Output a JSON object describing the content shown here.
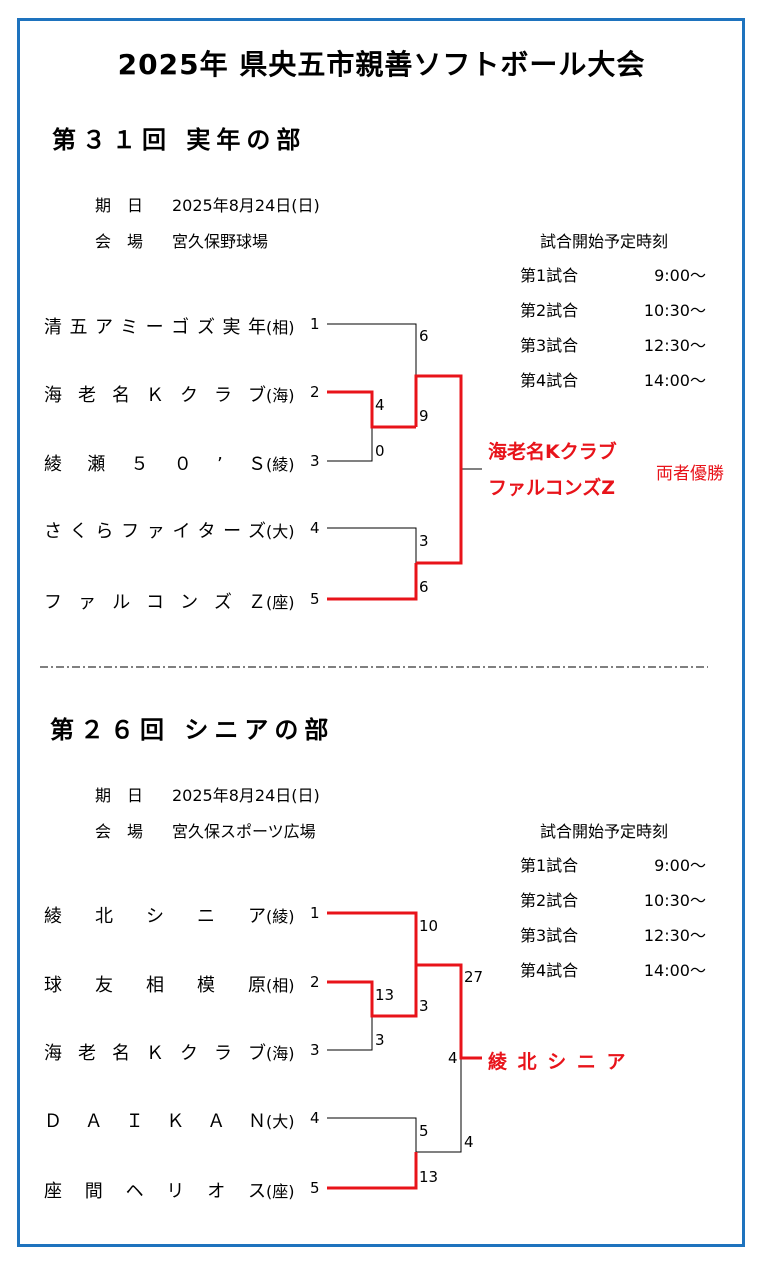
{
  "title": "2025年 県央五市親善ソフトボール大会",
  "sections": [
    {
      "heading": "第３１回 実年の部",
      "date_label": "期　日",
      "date_value": "2025年8月24日(日)",
      "venue_label": "会　場",
      "venue_value": "宮久保野球場",
      "schedule_title": "試合開始予定時刻",
      "schedule": [
        {
          "game": "第1試合",
          "time": "9:00〜"
        },
        {
          "game": "第2試合",
          "time": "10:30〜"
        },
        {
          "game": "第3試合",
          "time": "12:30〜"
        },
        {
          "game": "第4試合",
          "time": "14:00〜"
        }
      ],
      "teams": [
        {
          "name": "清五アミーゴズ実年",
          "abbr": "(相)",
          "seed": "1"
        },
        {
          "name": "海老名Ｋクラブ",
          "abbr": "(海)",
          "seed": "2"
        },
        {
          "name": "綾瀬５０’Ｓ",
          "abbr": "(綾)",
          "seed": "3"
        },
        {
          "name": "さくらファイターズ",
          "abbr": "(大)",
          "seed": "4"
        },
        {
          "name": "ファルコンズＺ",
          "abbr": "(座)",
          "seed": "5"
        }
      ],
      "scores": [
        "6",
        "4",
        "9",
        "0",
        "3",
        "6"
      ],
      "winner_lines": [
        "海老名Kクラブ",
        "ファルコンズZ"
      ],
      "winner_note": "両者優勝"
    },
    {
      "heading": "第２６回 シニアの部",
      "date_label": "期　日",
      "date_value": "2025年8月24日(日)",
      "venue_label": "会　場",
      "venue_value": "宮久保スポーツ広場",
      "schedule_title": "試合開始予定時刻",
      "schedule": [
        {
          "game": "第1試合",
          "time": "9:00〜"
        },
        {
          "game": "第2試合",
          "time": "10:30〜"
        },
        {
          "game": "第3試合",
          "time": "12:30〜"
        },
        {
          "game": "第4試合",
          "time": "14:00〜"
        }
      ],
      "teams": [
        {
          "name": "綾北シニア",
          "abbr": "(綾)",
          "seed": "1"
        },
        {
          "name": "球友相模原",
          "abbr": "(相)",
          "seed": "2"
        },
        {
          "name": "海老名Ｋクラブ",
          "abbr": "(海)",
          "seed": "3"
        },
        {
          "name": "ＤＡＩＫＡＮ",
          "abbr": "(大)",
          "seed": "4"
        },
        {
          "name": "座間ヘリオス",
          "abbr": "(座)",
          "seed": "5"
        }
      ],
      "scores": [
        "10",
        "13",
        "3",
        "3",
        "27",
        "4",
        "4",
        "5",
        "13"
      ],
      "winner_lines": [
        "綾 北 シ ニ ア"
      ]
    }
  ],
  "colors": {
    "frame": "#1e73be",
    "win": "#e8131a",
    "line": "#000000"
  }
}
